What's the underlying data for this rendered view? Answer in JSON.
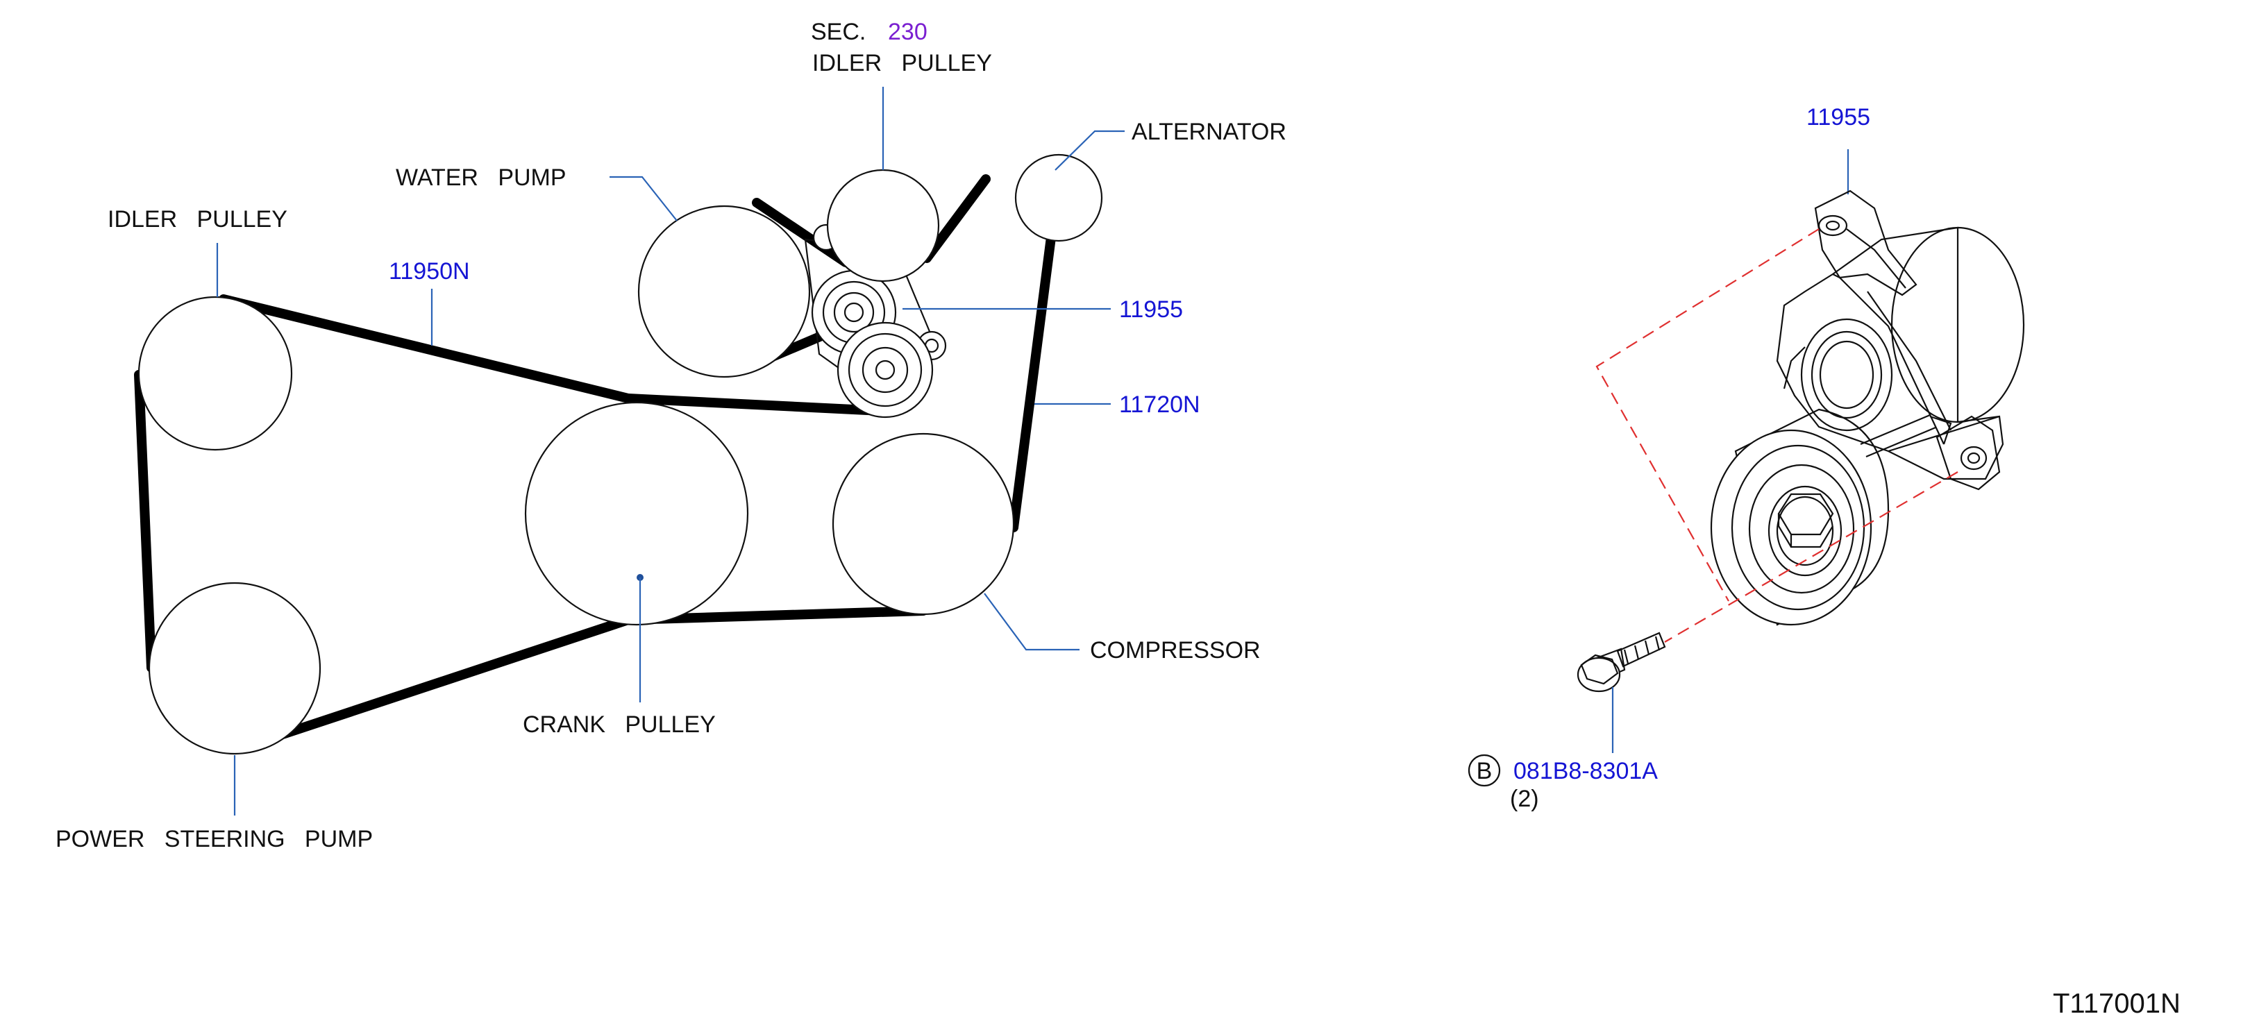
{
  "colors": {
    "leader": "#2a63b6",
    "part_number": "#1515d4",
    "section_ref": "#7a1fd1",
    "phantom_line": "#e03030",
    "line": "#111111"
  },
  "labels": {
    "sec_prefix": "SEC.",
    "sec_number": "230",
    "idler_pulley_top": "IDLER   PULLEY",
    "alternator": "ALTERNATOR",
    "water_pump": "WATER   PUMP",
    "idler_pulley_left": "IDLER   PULLEY",
    "belt_11950n": "11950N",
    "tensioner_11955": "11955",
    "belt_11720n": "11720N",
    "compressor": "COMPRESSOR",
    "crank_pulley": "CRANK   PULLEY",
    "power_steering_pump": "POWER   STEERING   PUMP",
    "detail_11955": "11955",
    "bolt_badge": "B",
    "bolt_part": "081B8-8301A",
    "bolt_qty": "(2)",
    "figure_code": "T117001N"
  }
}
